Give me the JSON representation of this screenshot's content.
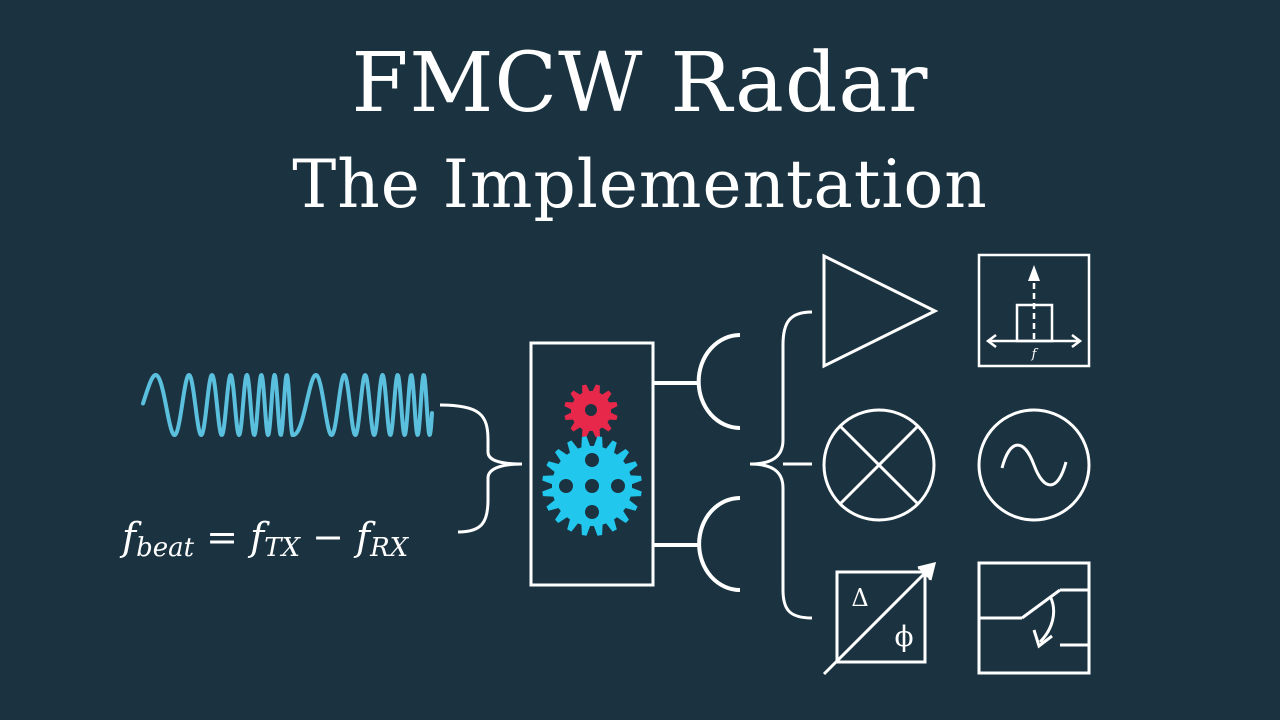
{
  "title": "FMCW Radar",
  "subtitle": "The Implementation",
  "formula": {
    "lhs": "f",
    "lhs_sub": "beat",
    "eq": " = ",
    "f1": "f",
    "f1_sub": "TX",
    "minus": " − ",
    "f2": "f",
    "f2_sub": "RX"
  },
  "filter_axis_label": "f",
  "phase_symbols": {
    "top": "Δ",
    "bottom": "ϕ"
  },
  "colors": {
    "background": "#1b3340",
    "stroke": "#ffffff",
    "chirp": "#5bc0de",
    "gear_small": "#e8284a",
    "gear_large": "#22c7ee"
  },
  "icons": [
    "chirp-waveform-icon",
    "processor-gears-icon",
    "antenna-icon",
    "amplifier-icon",
    "filter-icon",
    "mixer-icon",
    "oscillator-icon",
    "phase-shifter-icon",
    "switch-icon"
  ]
}
